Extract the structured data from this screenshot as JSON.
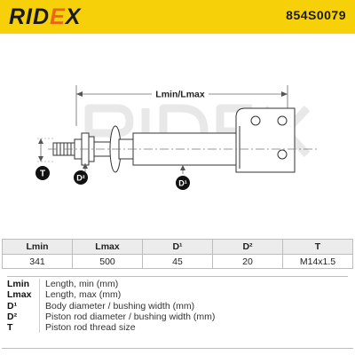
{
  "header": {
    "brand_prefix": "RID",
    "brand_accent": "E",
    "brand_suffix": "X",
    "part_number": "854S0079"
  },
  "diagram": {
    "dimension_label": "Lmin/Lmax",
    "markers": {
      "t": "T",
      "d2": "D²",
      "d1": "D¹"
    }
  },
  "specs": {
    "headers": [
      "Lmin",
      "Lmax",
      "D¹",
      "D²",
      "T"
    ],
    "values": [
      "341",
      "500",
      "45",
      "20",
      "M14x1.5"
    ]
  },
  "legend": [
    {
      "key": "Lmin",
      "desc": "Length, min (mm)"
    },
    {
      "key": "Lmax",
      "desc": "Length, max (mm)"
    },
    {
      "key": "D¹",
      "desc": "Body diameter / bushing width (mm)"
    },
    {
      "key": "D²",
      "desc": "Piston rod diameter / bushing width (mm)"
    },
    {
      "key": "T",
      "desc": "Piston rod thread size"
    }
  ],
  "colors": {
    "header_bg": "#f6d10a",
    "brand_accent": "#e8651a",
    "marker_bg": "#111111"
  }
}
